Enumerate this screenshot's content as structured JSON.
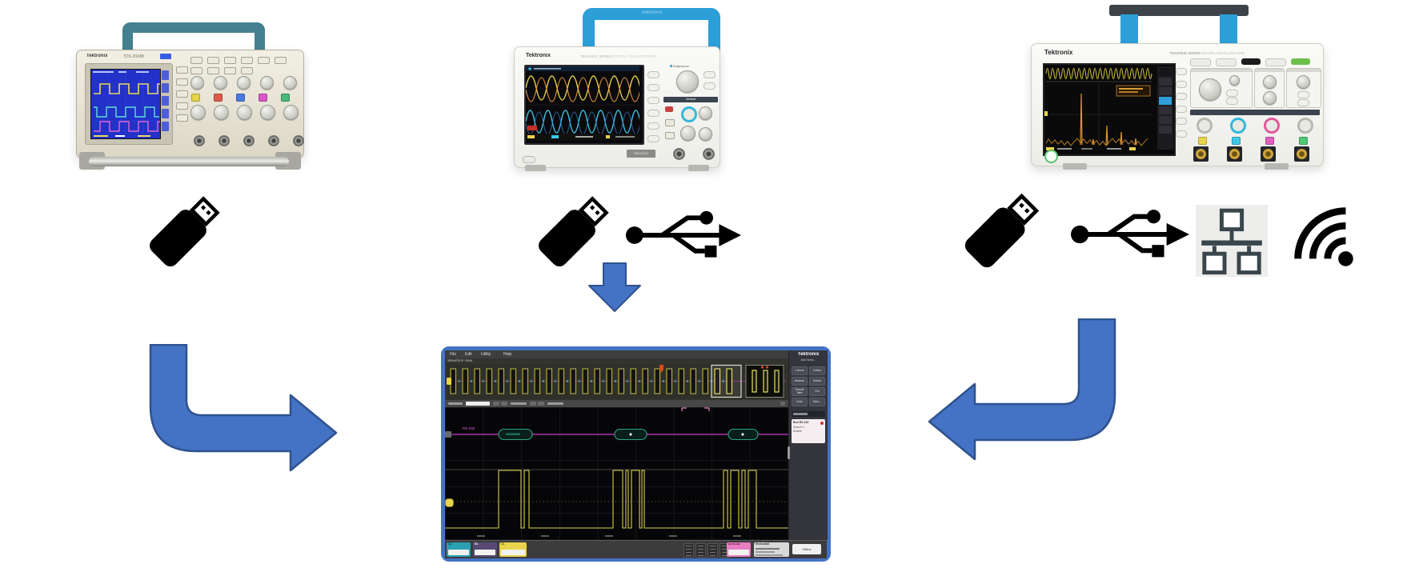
{
  "page": {
    "background": "#ffffff"
  },
  "scopes": {
    "left": {
      "brand": "Tektronix",
      "model": "TDS 2024B"
    },
    "middle": {
      "brand": "Tektronix",
      "series": "TBS1000C SERIES",
      "series_suffix": "DIGITAL OSCILLOSCOPE",
      "front_badge": "TBS1072C",
      "multipurpose_label": "Multipurpose",
      "vertical_label": "Vertical"
    },
    "right": {
      "brand": "Tektronix",
      "series": "TBS2000B SERIES",
      "series_suffix": "DIGITAL OSCILLOSCOPE"
    }
  },
  "connectivity": {
    "left": [
      "usb-flash-drive"
    ],
    "middle": [
      "usb-flash-drive",
      "usb-symbol"
    ],
    "right": [
      "usb-flash-drive",
      "usb-symbol",
      "ethernet",
      "wifi"
    ]
  },
  "arrows": {
    "fill": "#4472C4",
    "stroke": "#2F528F"
  },
  "software": {
    "window_border": "#4472C4",
    "menu": [
      "File",
      "Edit",
      "Utility",
      "Help"
    ],
    "view_label": "Waveform View",
    "decode_label": "RS-232",
    "sidebar": {
      "brand": "Tektronix",
      "add_new_label": "Add New...",
      "buttons": [
        "Cursors",
        "Callout",
        "Measure",
        "Search",
        "Results Table",
        "Plot",
        "Zoom",
        "More..."
      ],
      "results_card": {
        "lines": [
          "Bus RS-232",
          "Search 1",
          "Enable"
        ]
      }
    },
    "status_badges": [
      {
        "label": "C2",
        "color": "#2aa0b0"
      },
      {
        "label": "B1",
        "color": "#584a74"
      },
      {
        "label": "C1",
        "color": "#e8d44d"
      },
      {
        "label": "B2 RS-232",
        "color": "#e87fc0"
      },
      {
        "label": "Horizontal",
        "color": "#d8d8d8"
      },
      {
        "label": "Offline",
        "color": "#f0f0f0"
      }
    ]
  }
}
